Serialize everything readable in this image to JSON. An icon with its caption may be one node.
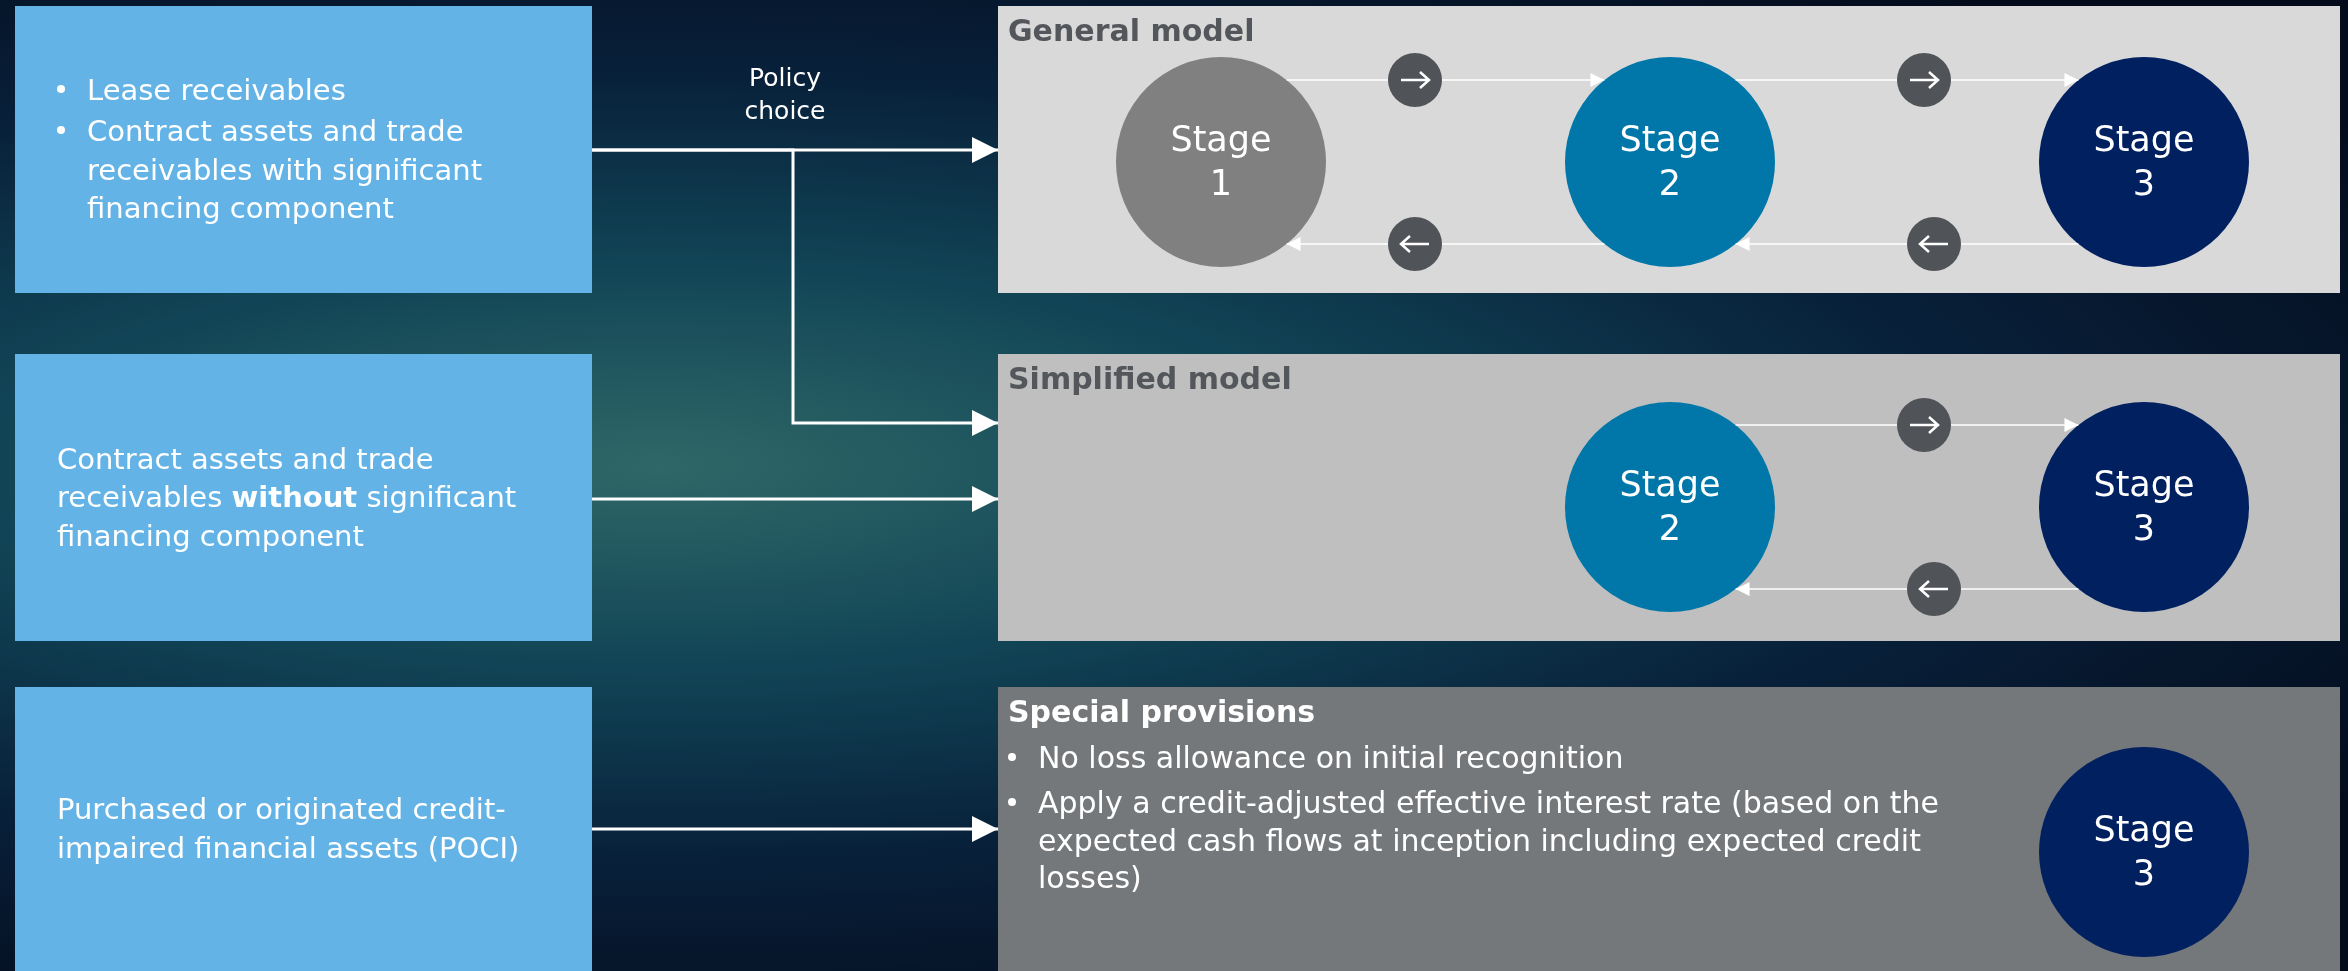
{
  "diagram": {
    "nodes": [
      {
        "text": [
          "Lease receivables",
          "Contract assets and trade receivables with significant financing component"
        ]
      },
      {
        "text": [
          "Contract assets and trade receivables **without** significant financing component"
        ]
      },
      {
        "text": [
          "Purchased or originated credit-impaired financial assets (POCI)"
        ]
      },
      {
        "text": [
          "General model"
        ]
      },
      {
        "text": [
          "Stage 1"
        ],
        "in": 3
      },
      {
        "text": [
          "Stage 2"
        ],
        "in": 3
      },
      {
        "text": [
          "Stage 3"
        ],
        "in": 3
      },
      {
        "text": [
          "Simplified model"
        ]
      },
      {
        "text": [
          "Stage 2"
        ],
        "in": 7
      },
      {
        "text": [
          "Stage 3"
        ],
        "in": 7
      },
      {
        "text": [
          "Special provisions",
          "No loss allowance on initial recognition",
          "Apply a credit-adjusted effective interest rate (based on the expected cash flows at inception including expected credit losses)"
        ]
      },
      {
        "text": [
          "Stage 3"
        ],
        "in": 10
      }
    ],
    "edges": [
      {
        "from": 0,
        "to": 3,
        "arrow": "to"
      },
      {
        "from": 0,
        "to": 7,
        "arrow": "to",
        "label": "Policy choice"
      },
      {
        "from": 1,
        "to": 7,
        "arrow": "to"
      },
      {
        "from": 2,
        "to": 10,
        "arrow": "to"
      },
      {
        "from": 4,
        "to": 5,
        "arrow": "to"
      },
      {
        "from": 5,
        "to": 4,
        "arrow": "to"
      },
      {
        "from": 5,
        "to": 6,
        "arrow": "to"
      },
      {
        "from": 6,
        "to": 5,
        "arrow": "to"
      },
      {
        "from": 8,
        "to": 9,
        "arrow": "to"
      },
      {
        "from": 9,
        "to": 8,
        "arrow": "to"
      }
    ]
  }
}
